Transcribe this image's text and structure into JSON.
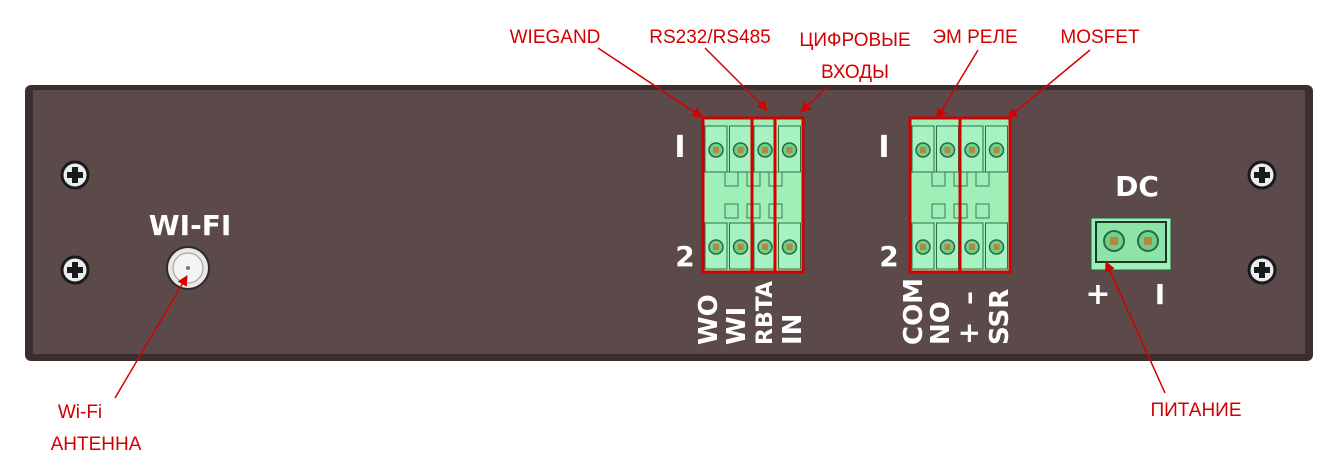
{
  "panel": {
    "wifi_label": "WI-FI",
    "dc_label": "DC",
    "dc_plus": "+",
    "dc_minus": "I",
    "left_block": {
      "pin1": "I",
      "pin2": "2",
      "labels": [
        "WO",
        "WI",
        "RBTA",
        "IN"
      ]
    },
    "right_block": {
      "pin1": "I",
      "pin2": "2",
      "labels": [
        "COM",
        "NO",
        "+",
        "–",
        "SSR"
      ]
    }
  },
  "callouts": {
    "wiegand": "WIEGAND",
    "rs": "RS232/RS485",
    "digital_line1": "ЦИФРОВЫЕ",
    "digital_line2": "ВХОДЫ",
    "relay": "ЭМ РЕЛЕ",
    "mosfet": "MOSFET",
    "wifi_line1": "Wi-Fi",
    "wifi_line2": "АНТЕННА",
    "power": "ПИТАНИЕ"
  },
  "colors": {
    "panel": "#5c4a4a",
    "terminal": "#9ef0b8",
    "callout": "#d40000"
  }
}
